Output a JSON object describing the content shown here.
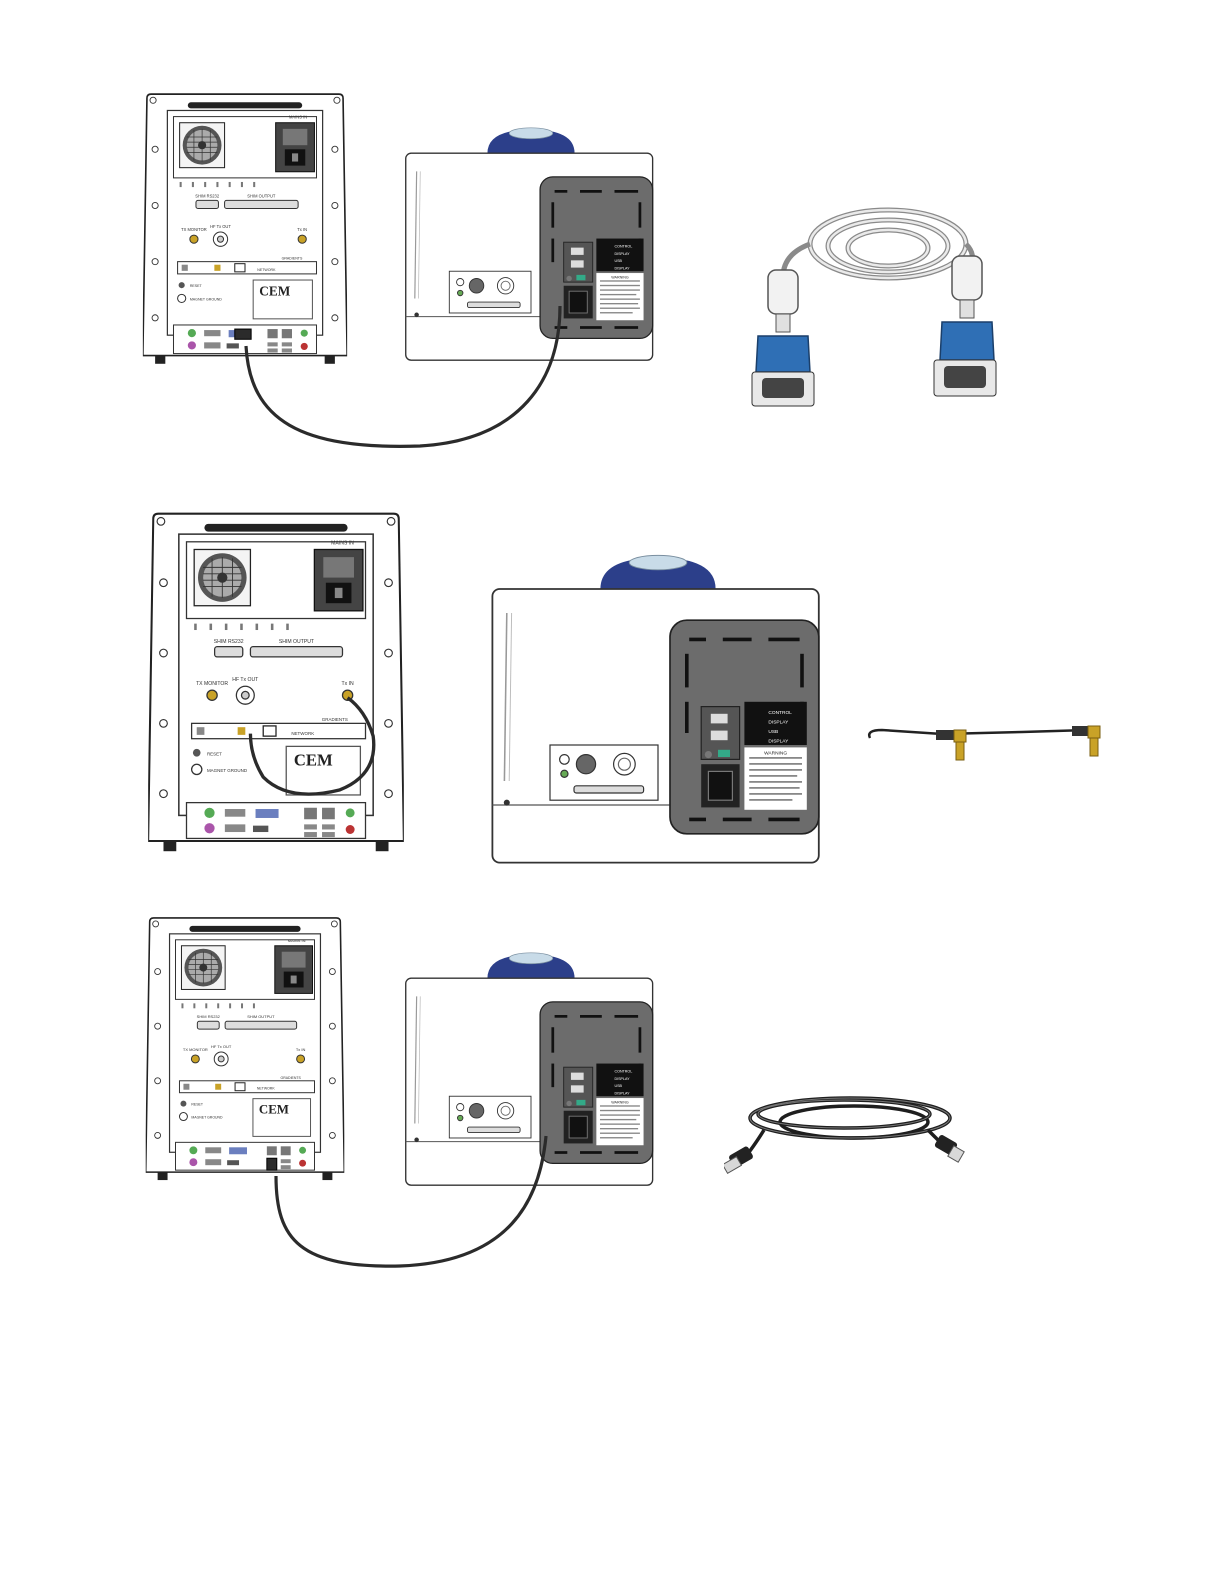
{
  "controller": {
    "mains_in": "MAINS IN",
    "brand": "CEM",
    "shim_rs232": "SHIM RS232",
    "shim_output": "SHIM OUTPUT",
    "tx_monitor": "TX MONITOR",
    "hf_tx_out": "HF Tx OUT",
    "tx_in": "Tx IN",
    "network": "NETWORK",
    "gradients": "GRADIENTS",
    "reset": "RESET",
    "magnet_ground": "MAGNET GROUND"
  },
  "instrument": {
    "label_lines": [
      "CONTROL",
      "DISPLAY",
      "USB",
      "DISPLAY"
    ],
    "warning": "WARNING"
  },
  "colors": {
    "connector_blue": "#2f6fb5",
    "sma_gold": "#c9a227",
    "magnet_top": "#2c3f8a",
    "panel_gray": "#6c6c6c",
    "cable": "#2b2b2b"
  }
}
